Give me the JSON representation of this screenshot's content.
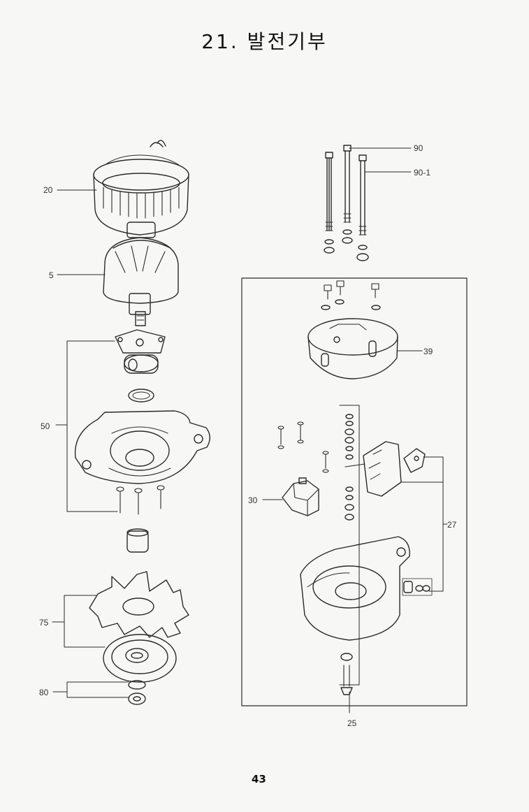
{
  "title": "21. 발전기부",
  "page_number": "43",
  "callouts": {
    "c20": "20",
    "c5": "5",
    "c50": "50",
    "c75": "75",
    "c80": "80",
    "c90": "90",
    "c90_1": "90-1",
    "c39": "39",
    "c30": "30",
    "c27": "27",
    "c25": "25"
  },
  "icons": [
    "stator-icon",
    "rotor-icon",
    "bearing-plate-icon",
    "front-housing-icon",
    "spacer-icon",
    "fan-icon",
    "pulley-icon",
    "nut-icon",
    "through-bolt-icon",
    "rear-cover-icon",
    "brush-holder-icon",
    "rectifier-icon",
    "rear-housing-icon",
    "terminal-bolt-icon"
  ]
}
